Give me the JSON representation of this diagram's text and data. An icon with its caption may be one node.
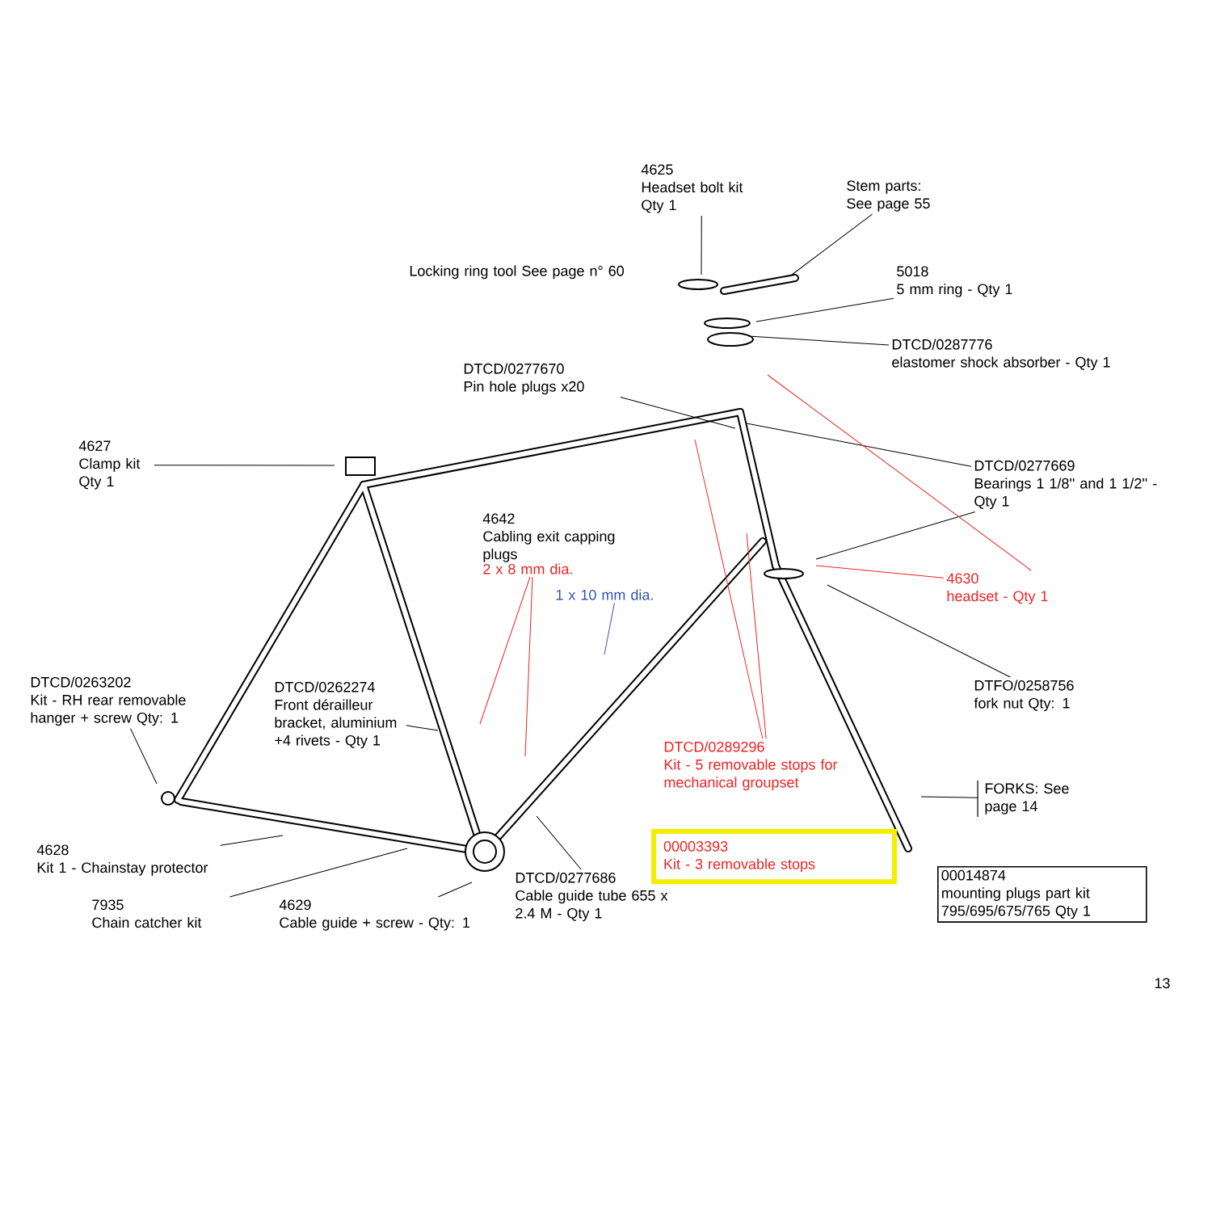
{
  "diagram": {
    "nodes": [
      {
        "text": [
          "4625",
          "Headset bolt kit Qty 1"
        ]
      },
      {
        "text": [
          "Stem parts: See page 55"
        ]
      },
      {
        "text": [
          "5018",
          "5 mm ring - Qty 1"
        ]
      },
      {
        "text": [
          "DTCD/0287776",
          "elastomer shock absorber - Qty 1"
        ]
      },
      {
        "text": [
          "DTCD/0277670",
          "Pin hole plugs x20"
        ]
      },
      {
        "text": [
          "4627",
          "Clamp kit Qty 1"
        ]
      },
      {
        "text": [
          "4642",
          "Cabling exit capping plugs"
        ]
      },
      {
        "text": [
          "2 x 8 mm dia."
        ]
      },
      {
        "text": [
          "1 x 10 mm dia."
        ]
      },
      {
        "text": [
          "DTCD/0277669",
          "Bearings 1 1/8'' and 1 1/2'' - Qty 1"
        ]
      },
      {
        "text": [
          "4630",
          "headset - Qty 1"
        ]
      },
      {
        "text": [
          "DTFO/0258756",
          "fork nut Qty: 1"
        ]
      },
      {
        "text": [
          "FORKS: See page 14"
        ]
      },
      {
        "text": [
          "DTCD/0289296",
          "Kit - 5 removable stops for mechanical groupset"
        ]
      },
      {
        "text": [
          "00003393",
          "Kit - 3 removable stops"
        ]
      },
      {
        "text": [
          "00014874",
          "mounting plugs part kit 795/695/675/765 Qty 1"
        ]
      },
      {
        "text": [
          "DTCD/0263202",
          "Kit - RH rear removable hanger + screw Qty: 1"
        ]
      },
      {
        "text": [
          "DTCD/0262274",
          "Front dérailleur bracket, aluminium +4 rivets - Qty 1"
        ]
      },
      {
        "text": [
          "4628",
          "Kit 1 - Chainstay protector"
        ]
      },
      {
        "text": [
          "7935",
          "Chain catcher kit"
        ]
      },
      {
        "text": [
          "4629",
          "Cable guide + screw - Qty: 1"
        ]
      },
      {
        "text": [
          "DTCD/0277686",
          "Cable guide tube 655 x 2.4 M - Qty 1"
        ]
      }
    ],
    "edges": [
      {
        "from": 0,
        "to": null,
        "arrow": "none"
      },
      {
        "from": 1,
        "to": null,
        "arrow": "none"
      },
      {
        "from": 2,
        "to": null,
        "arrow": "none"
      },
      {
        "from": 3,
        "to": null,
        "arrow": "none"
      },
      {
        "from": 4,
        "to": null,
        "arrow": "none"
      },
      {
        "from": 5,
        "to": null,
        "arrow": "none"
      },
      {
        "from": 7,
        "to": null,
        "arrow": "none",
        "color": "#ee2222"
      },
      {
        "from": 7,
        "to": null,
        "arrow": "none",
        "color": "#ee2222"
      },
      {
        "from": 8,
        "to": null,
        "arrow": "none",
        "color": "#3355aa"
      },
      {
        "from": 9,
        "to": null,
        "arrow": "none"
      },
      {
        "from": 9,
        "to": null,
        "arrow": "none"
      },
      {
        "from": 10,
        "to": null,
        "arrow": "none",
        "color": "#ee2222"
      },
      {
        "from": 10,
        "to": null,
        "arrow": "none",
        "color": "#ee2222"
      },
      {
        "from": 11,
        "to": null,
        "arrow": "none"
      },
      {
        "from": 12,
        "to": null,
        "arrow": "none"
      },
      {
        "from": 13,
        "to": null,
        "arrow": "none",
        "color": "#ee2222"
      },
      {
        "from": 13,
        "to": null,
        "arrow": "none",
        "color": "#ee2222"
      },
      {
        "from": 16,
        "to": null,
        "arrow": "none"
      },
      {
        "from": 17,
        "to": null,
        "arrow": "none"
      },
      {
        "from": 18,
        "to": null,
        "arrow": "none"
      },
      {
        "from": 19,
        "to": null,
        "arrow": "none"
      },
      {
        "from": 20,
        "to": null,
        "arrow": "none"
      },
      {
        "from": 21,
        "to": null,
        "arrow": "none"
      }
    ],
    "labels": [
      "Locking ring tool See page n° 60",
      "13"
    ]
  }
}
